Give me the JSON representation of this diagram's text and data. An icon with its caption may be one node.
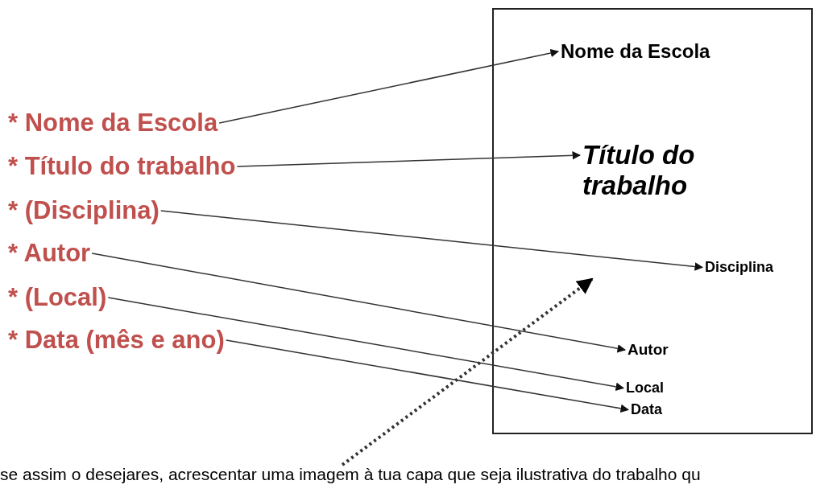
{
  "diagram": {
    "nodes": [
      {
        "text": [
          "* Nome da Escola"
        ]
      },
      {
        "text": [
          "* Título do trabalho"
        ]
      },
      {
        "text": [
          "* (Disciplina)"
        ]
      },
      {
        "text": [
          "* Autor"
        ]
      },
      {
        "text": [
          "* (Local)"
        ]
      },
      {
        "text": [
          "* Data (mês e ano)"
        ]
      },
      {
        "text": [],
        "shape": "box"
      },
      {
        "text": [
          "Nome da Escola"
        ],
        "in": 6
      },
      {
        "text": [
          "Título do trabalho"
        ],
        "in": 6
      },
      {
        "text": [
          "Disciplina"
        ],
        "in": 6
      },
      {
        "text": [
          "Autor"
        ],
        "in": 6
      },
      {
        "text": [
          "Local"
        ],
        "in": 6
      },
      {
        "text": [
          "Data"
        ],
        "in": 6
      },
      {
        "text": [
          "se assim o desejares, acrescentar uma imagem à tua capa que seja ilustrativa do trabalho qu"
        ]
      }
    ],
    "edges": [
      {
        "from": 0,
        "to": 7,
        "arrow": "to"
      },
      {
        "from": 1,
        "to": 8,
        "arrow": "to"
      },
      {
        "from": 2,
        "to": 9,
        "arrow": "to"
      },
      {
        "from": 3,
        "to": 10,
        "arrow": "to"
      },
      {
        "from": 4,
        "to": 11,
        "arrow": "to"
      },
      {
        "from": 5,
        "to": 12,
        "arrow": "to"
      },
      {
        "from": 13,
        "to": null,
        "arrow": "to",
        "style": "dashed"
      }
    ]
  }
}
